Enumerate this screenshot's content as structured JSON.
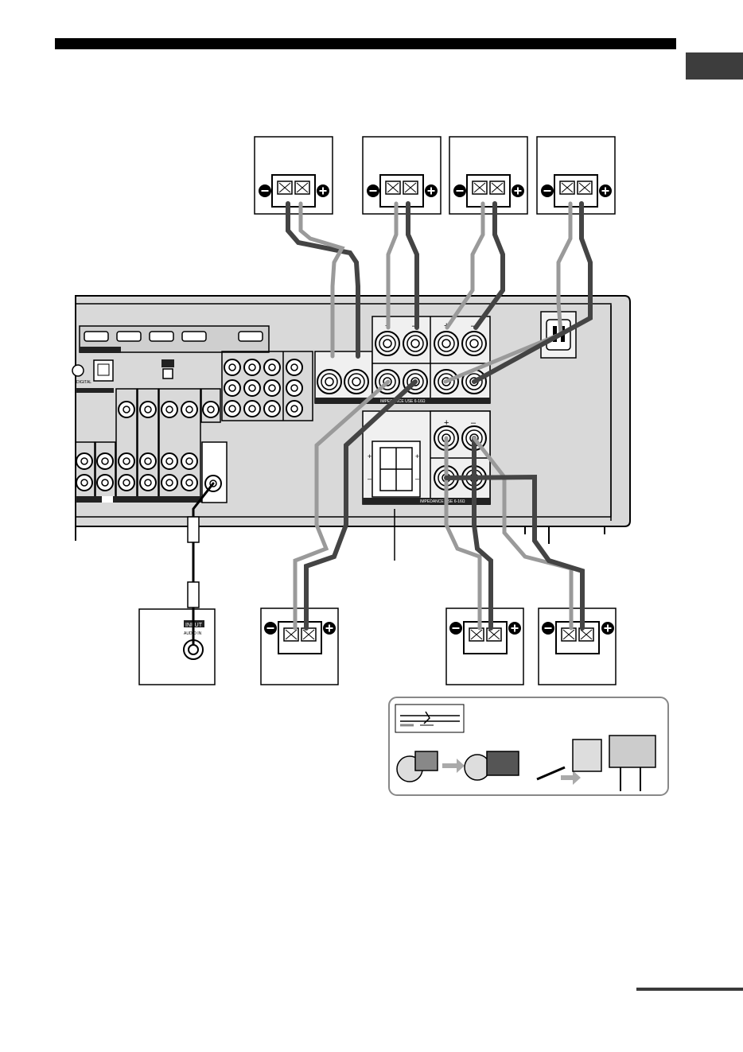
{
  "panel": {
    "impedance_label_top": "IMPEDANCE USE 6-16Ω",
    "impedance_label_bottom": "IMPEDANCE USE 6-16Ω",
    "digital_label": "DIGITAL"
  },
  "subwoofer": {
    "input_label": "INPUT",
    "audio_label": "AUDIO IN"
  },
  "terminals": {
    "plus": "+",
    "minus": "–"
  },
  "colors": {
    "header_bar": "#000000",
    "side_tab": "#3d3d3d",
    "panel_fill": "#dedede",
    "cable_dark": "#444444",
    "cable_light": "#9a9a9a"
  }
}
